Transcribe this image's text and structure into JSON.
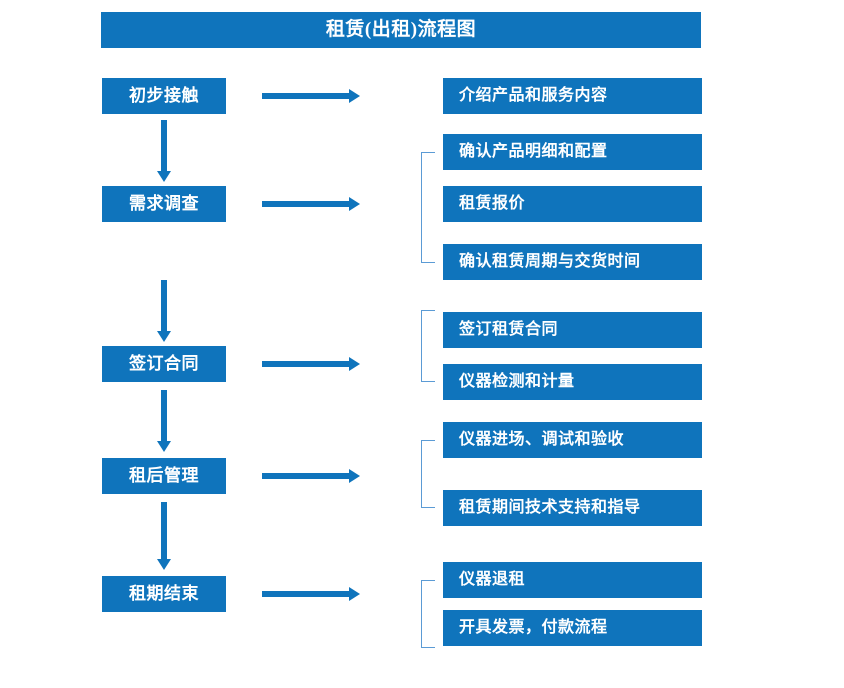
{
  "title": {
    "text": "租赁(出租)流程图"
  },
  "colors": {
    "box_fill": "#0F74BC",
    "box_text": "#FFFFFF",
    "arrow": "#0F74BC",
    "bracket": "#5B9BD5",
    "background": "#FFFFFF"
  },
  "stages": [
    {
      "label": "初步接触"
    },
    {
      "label": "需求调查"
    },
    {
      "label": "签订合同"
    },
    {
      "label": "租后管理"
    },
    {
      "label": "租期结束"
    }
  ],
  "details": [
    {
      "label": "介绍产品和服务内容"
    },
    {
      "label": "确认产品明细和配置"
    },
    {
      "label": "租赁报价"
    },
    {
      "label": "确认租赁周期与交货时间"
    },
    {
      "label": "签订租赁合同"
    },
    {
      "label": "仪器检测和计量"
    },
    {
      "label": "仪器进场、调试和验收"
    },
    {
      "label": "租赁期间技术支持和指导"
    },
    {
      "label": "仪器退租"
    },
    {
      "label": "开具发票，付款流程"
    }
  ]
}
